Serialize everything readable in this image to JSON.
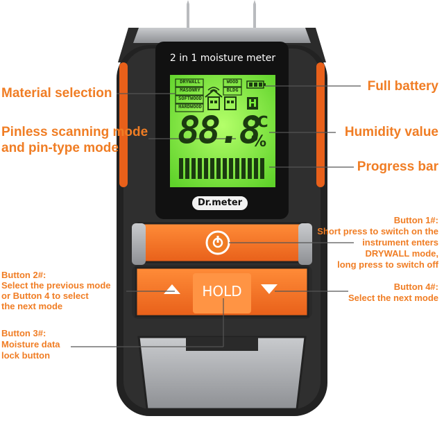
{
  "device": {
    "screen_title": "2 in 1 moisture meter",
    "brand": "Dr.meter",
    "hold_label": "HOLD",
    "lcd": {
      "materials": [
        "DRYWALL",
        "MASONRY",
        "SOFTWOOD",
        "HARDWOOD"
      ],
      "modes": [
        "WOOD",
        "BLDG"
      ],
      "digits": "88.8",
      "unit_temp": "℃",
      "unit_percent": "%",
      "hold_indicator": "H",
      "battery_level": 1.0,
      "progress_segments": 14
    }
  },
  "annotations": {
    "material_selection": "Material selection",
    "pinless_line1": "Pinless scanning mode",
    "pinless_line2": "and pin-type mode",
    "full_battery": "Full battery",
    "humidity_value": "Humidity value",
    "progress_bar": "Progress bar",
    "button1": [
      "Button 1#:",
      "Short press to switch on the",
      "instrument enters",
      "DRYWALL mode,",
      "long press to switch off"
    ],
    "button2": [
      "Button 2#:",
      "Select the previous mode",
      "or Button 4 to select",
      "the next mode"
    ],
    "button3": [
      "Button 3#:",
      "Moisture data",
      "lock button"
    ],
    "button4": [
      "Button 4#:",
      "Select the next mode"
    ]
  },
  "colors": {
    "accent": "#f07d24",
    "lcd_green": "#7df23c",
    "body_dark": "#2a2a2a",
    "body_grey": "#a7a9ad"
  }
}
